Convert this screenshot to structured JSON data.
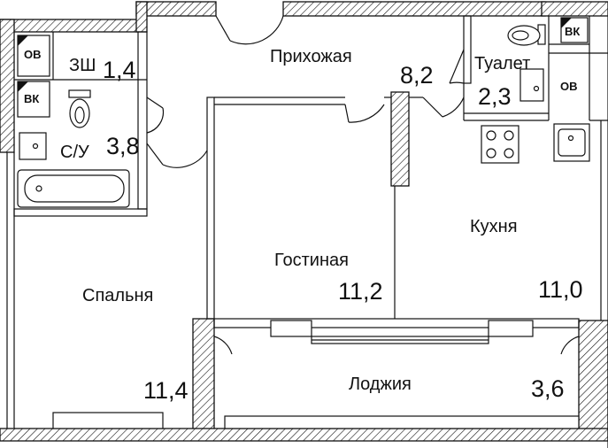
{
  "rooms": {
    "hallway": {
      "name": "Прихожая",
      "area": "8,2"
    },
    "closet": {
      "name": "ЗШ",
      "area": "1,4"
    },
    "bathroom": {
      "name": "С/У",
      "area": "3,8"
    },
    "toilet": {
      "name": "Туалет",
      "area": "2,3"
    },
    "kitchen": {
      "name": "Кухня",
      "area": "11,0"
    },
    "living": {
      "name": "Гостиная",
      "area": "11,2"
    },
    "bedroom": {
      "name": "Спальня",
      "area": "11,4"
    },
    "loggia": {
      "name": "Лоджия",
      "area": "3,6"
    }
  },
  "shafts": {
    "left_ov": "ОВ",
    "left_vk": "ВК",
    "right_vk": "ВК",
    "right_ov": "ОВ"
  },
  "colors": {
    "line": "#111111",
    "background": "#ffffff"
  }
}
